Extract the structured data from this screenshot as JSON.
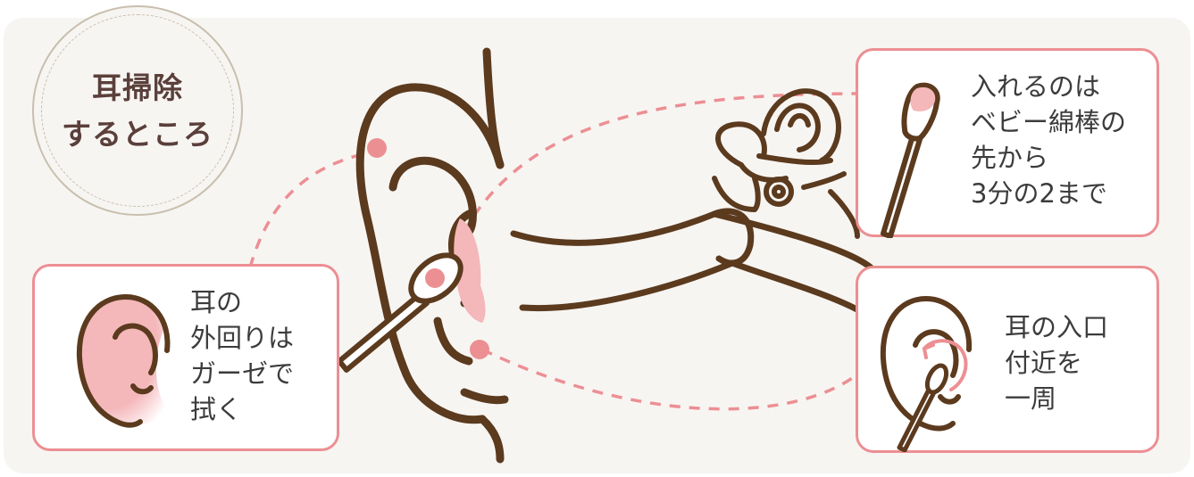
{
  "title": {
    "line1": "耳掃除",
    "line2": "するところ"
  },
  "cards": {
    "outer": {
      "lines": [
        "耳の",
        "外回りは",
        "ガーゼで",
        "拭く"
      ]
    },
    "inner": {
      "lines": [
        "入れるのは",
        "ベビー綿棒の",
        "先から",
        "3分の2まで"
      ]
    },
    "entrance": {
      "lines": [
        "耳の入口",
        "付近を",
        "一周"
      ]
    }
  },
  "colors": {
    "accent_pink": "#ec8f93",
    "highlight_pink": "#f4b7ba",
    "ear_brown": "#5b3a1e",
    "background": "#f7f5f2",
    "title_circle_border": "#c8bfae",
    "title_text": "#5a3f3a"
  }
}
